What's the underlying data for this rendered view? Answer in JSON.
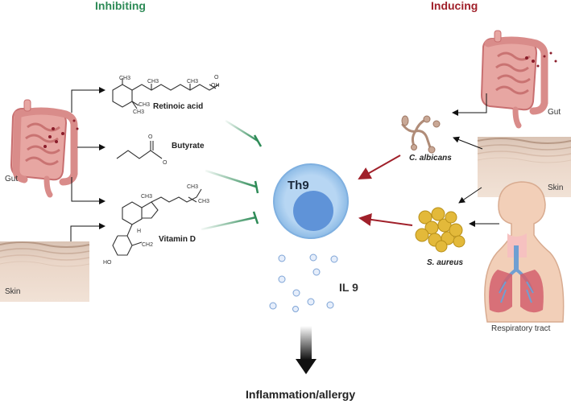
{
  "headers": {
    "inhibiting": "Inhibiting",
    "inducing": "Inducing"
  },
  "colors": {
    "inhibiting": "#2e8b57",
    "inducing": "#a0202a",
    "cell_outer": "#a8ccee",
    "cell_inner": "#5f93d8",
    "tissue": "#e8d2c4"
  },
  "left": {
    "gut_label": "Gut",
    "skin_label": "Skin",
    "molecules": [
      {
        "name": "Retinoic acid"
      },
      {
        "name": "Butyrate"
      },
      {
        "name": "Vitamin D"
      }
    ],
    "atoms": {
      "oh": "OH",
      "o": "O",
      "ho": "HO",
      "h": "H",
      "ch3": "CH3",
      "ch2": "CH2"
    }
  },
  "center": {
    "cell_label": "Th9",
    "cytokine_label": "IL 9",
    "outcome_label": "Inflammation/allergy"
  },
  "right": {
    "gut_label": "Gut",
    "skin_label": "Skin",
    "resp_label": "Respiratory tract",
    "microbes": [
      {
        "name": "C. albicans"
      },
      {
        "name": "S. aureus"
      }
    ]
  }
}
